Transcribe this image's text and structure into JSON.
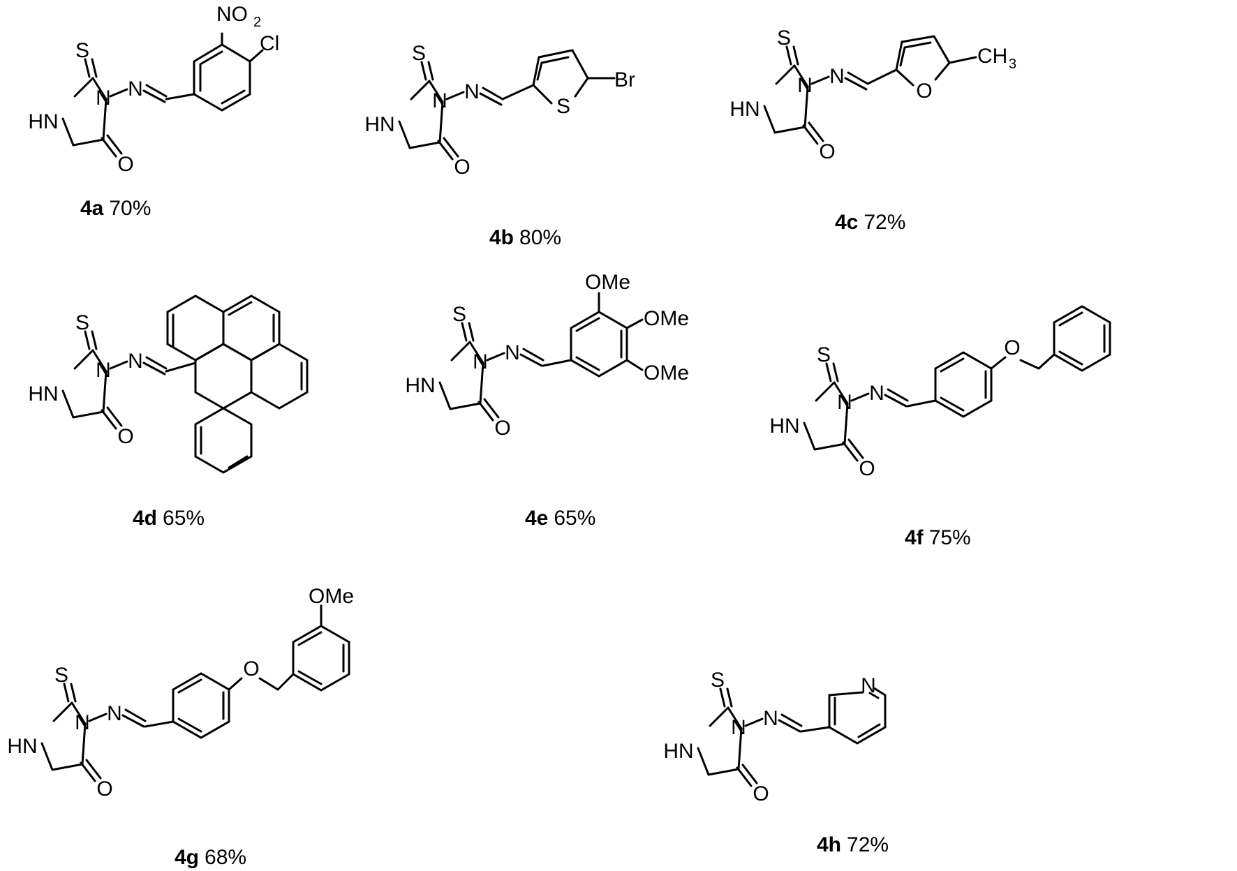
{
  "compounds": [
    {
      "id": "4a",
      "yield": "70%",
      "substituents": [
        "NO",
        "2",
        "Cl"
      ]
    },
    {
      "id": "4b",
      "yield": "80%",
      "substituents": [
        "S",
        "Br"
      ]
    },
    {
      "id": "4c",
      "yield": "72%",
      "substituents": [
        "O",
        "CH",
        "3"
      ]
    },
    {
      "id": "4d",
      "yield": "65%",
      "substituents": []
    },
    {
      "id": "4e",
      "yield": "65%",
      "substituents": [
        "OMe",
        "OMe",
        "OMe"
      ]
    },
    {
      "id": "4f",
      "yield": "75%",
      "substituents": [
        "O"
      ]
    },
    {
      "id": "4g",
      "yield": "68%",
      "substituents": [
        "O",
        "OMe"
      ]
    },
    {
      "id": "4h",
      "yield": "72%",
      "substituents": [
        "N"
      ]
    }
  ],
  "core": {
    "s": "S",
    "nh": "HN",
    "n": "N",
    "n2": "N",
    "o": "O"
  }
}
